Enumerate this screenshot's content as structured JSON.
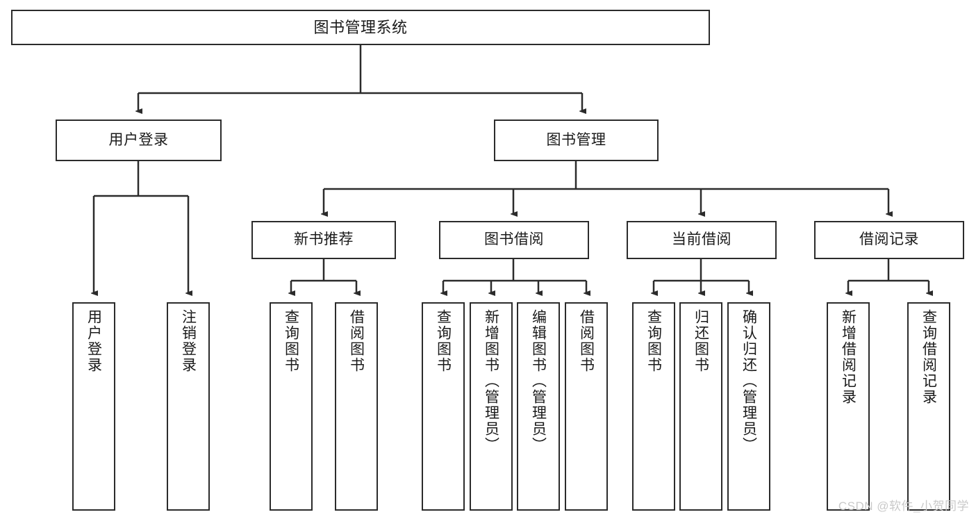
{
  "diagram": {
    "title": "图书管理系统",
    "type": "tree-hierarchy",
    "watermark": "CSDN @软件_小贺同学",
    "colors": {
      "border": "#2b2b2b",
      "background": "#ffffff",
      "text": "#1a1a1a",
      "watermark": "#c9c9c9"
    },
    "nodes": {
      "root": {
        "label": "图书管理系统"
      },
      "level1": [
        {
          "label": "用户登录"
        },
        {
          "label": "图书管理"
        }
      ],
      "level2": [
        {
          "label": "新书推荐"
        },
        {
          "label": "图书借阅"
        },
        {
          "label": "当前借阅"
        },
        {
          "label": "借阅记录"
        }
      ],
      "leaves_user_login": [
        {
          "label": "用户登录"
        },
        {
          "label": "注销登录"
        }
      ],
      "leaves_new_book": [
        {
          "label": "查询图书"
        },
        {
          "label": "借阅图书"
        }
      ],
      "leaves_borrow": [
        {
          "label": "查询图书"
        },
        {
          "label": "新增图书（管理员）"
        },
        {
          "label": "编辑图书（管理员）"
        },
        {
          "label": "借阅图书"
        }
      ],
      "leaves_current": [
        {
          "label": "查询图书"
        },
        {
          "label": "归还图书"
        },
        {
          "label": "确认归还（管理员）"
        }
      ],
      "leaves_record": [
        {
          "label": "新增借阅记录"
        },
        {
          "label": "查询借阅记录"
        }
      ]
    }
  }
}
